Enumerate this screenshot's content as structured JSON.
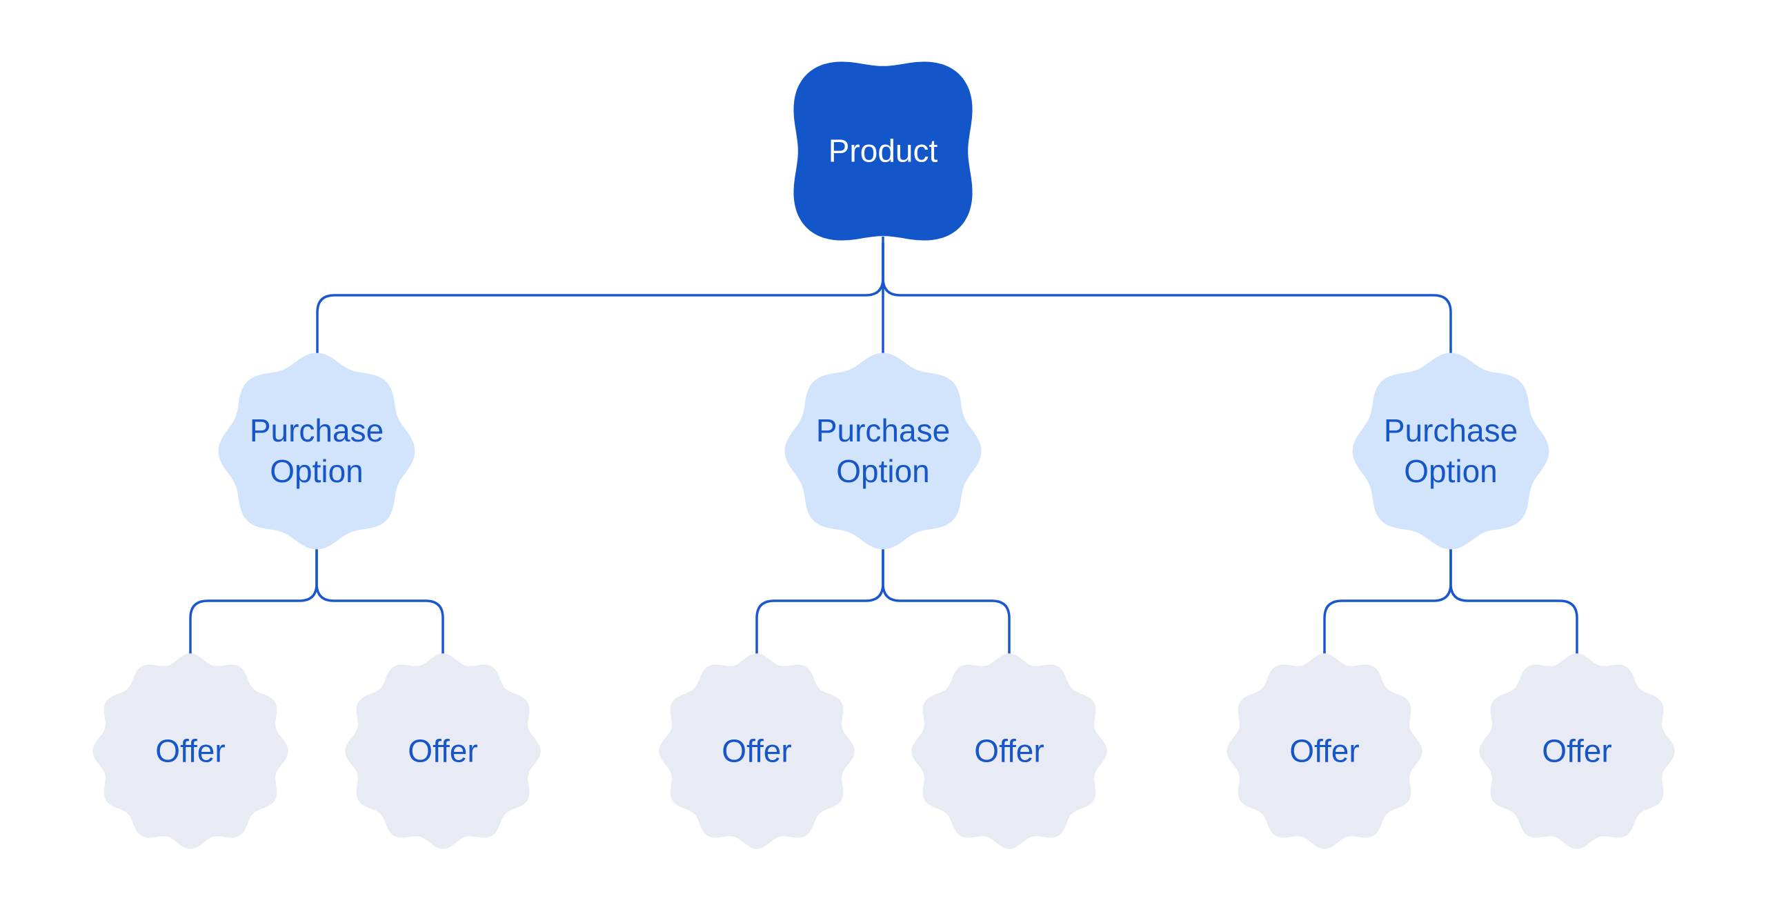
{
  "colors": {
    "background": "#FFFFFF",
    "line": "#1A57CE",
    "product_fill": "#1356CA",
    "product_text": "#FFFFFF",
    "purchase_fill": "#D2E3FC",
    "offer_fill": "#E8EBF4",
    "node_text": "#1656C8"
  },
  "tree": {
    "root": {
      "label": "Product"
    },
    "purchase_options": [
      {
        "label": "Purchase Option",
        "offers": [
          {
            "label": "Offer"
          },
          {
            "label": "Offer"
          }
        ]
      },
      {
        "label": "Purchase Option",
        "offers": [
          {
            "label": "Offer"
          },
          {
            "label": "Offer"
          }
        ]
      },
      {
        "label": "Purchase Option",
        "offers": [
          {
            "label": "Offer"
          },
          {
            "label": "Offer"
          }
        ]
      }
    ]
  }
}
